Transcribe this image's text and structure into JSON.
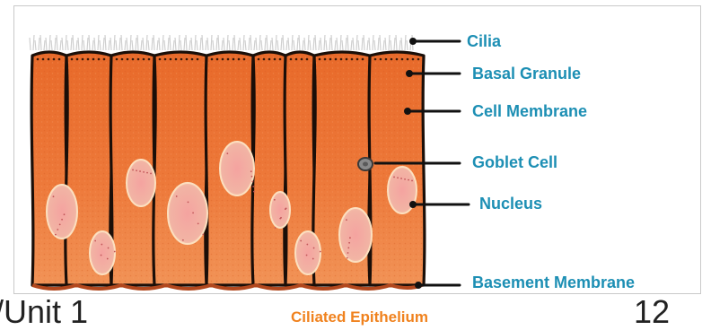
{
  "diagram": {
    "labels": {
      "cilia": "Cilia",
      "basal_granule": "Basal Granule",
      "cell_membrane": "Cell Membrane",
      "goblet_cell": "Goblet Cell",
      "nucleus": "Nucleus",
      "basement_membrane": "Basement Membrane"
    },
    "caption": "Ciliated Epithelium",
    "label_color": "#1d8fb4",
    "caption_color": "#f0821e",
    "cell_color": "#e8692a",
    "nucleus_color": "#f4a89b"
  },
  "slide": {
    "footer_left": "/Unit 1",
    "page_number": "12"
  }
}
